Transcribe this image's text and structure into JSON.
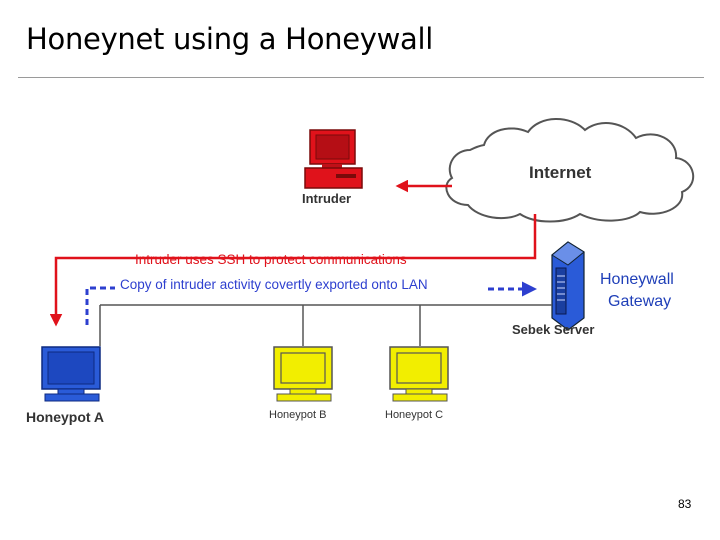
{
  "slide": {
    "title": "Honeynet using a Honeywall",
    "page_number": "83"
  },
  "diagram": {
    "internet_label": "Internet",
    "intruder_label": "Intruder",
    "ssh_note": "Intruder uses SSH to protect communications",
    "export_note": "Copy of intruder activity covertly exported onto LAN",
    "honeywall_label_line1": "Honeywall",
    "honeywall_label_line2": "Gateway",
    "sebek_label": "Sebek Server",
    "honeypot_a_label": "Honeypot A",
    "honeypot_b_label": "Honeypot B",
    "honeypot_c_label": "Honeypot C",
    "colors": {
      "intruder": "#e0121b",
      "ssh_arrow": "#e0121b",
      "export_arrow": "#2d3fcf",
      "honeywall_text": "#1f3fb8",
      "honeypot_a": "#2a5bd8",
      "honeypot_bc": "#f2ee00",
      "lan_line": "#555555"
    }
  }
}
